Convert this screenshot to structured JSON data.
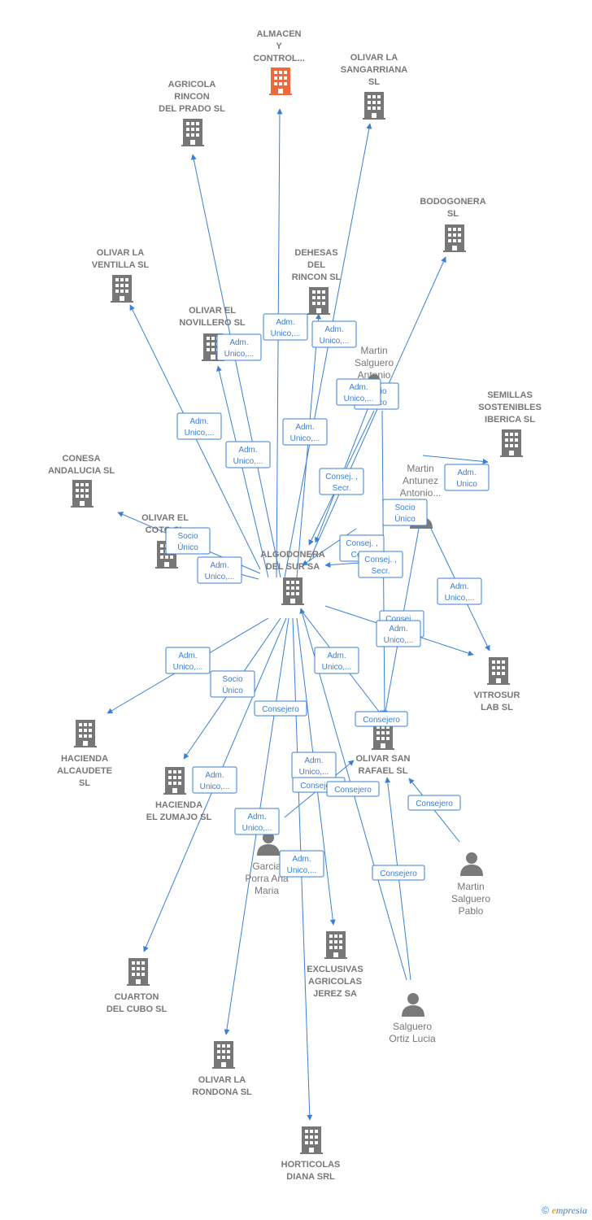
{
  "colors": {
    "edge": "#3a7fd4",
    "company": "#777777",
    "highlight": "#f0693a",
    "person": "#7a7a7a"
  },
  "nodes": [
    {
      "id": "almacen",
      "type": "company",
      "highlight": true,
      "label": [
        "ALMACEN",
        "Y",
        "CONTROL..."
      ]
    },
    {
      "id": "olivar_sangarriana",
      "type": "company",
      "label": [
        "OLIVAR LA",
        "SANGARRIANA",
        "SL"
      ]
    },
    {
      "id": "agricola_rincon",
      "type": "company",
      "label": [
        "AGRICOLA",
        "RINCON",
        "DEL PRADO SL"
      ]
    },
    {
      "id": "bodogonera",
      "type": "company",
      "label": [
        "BODOGONERA",
        "SL"
      ]
    },
    {
      "id": "olivar_ventilla",
      "type": "company",
      "label": [
        "OLIVAR LA",
        "VENTILLA  SL"
      ]
    },
    {
      "id": "dehesas_rincon",
      "type": "company",
      "label": [
        "DEHESAS",
        "DEL",
        "RINCON  SL"
      ]
    },
    {
      "id": "olivar_novillero",
      "type": "company",
      "label": [
        "OLIVAR EL",
        "NOVILLERO  SL"
      ]
    },
    {
      "id": "semillas",
      "type": "company",
      "label": [
        "SEMILLAS",
        "SOSTENIBLES",
        "IBERICA SL"
      ]
    },
    {
      "id": "conesa",
      "type": "company",
      "label": [
        "CONESA",
        "ANDALUCIA  SL"
      ]
    },
    {
      "id": "olivar_coto",
      "type": "company",
      "label": [
        "OLIVAR EL",
        "COTO  SL"
      ]
    },
    {
      "id": "algodonera",
      "type": "company",
      "label": [
        "ALGODONERA",
        "DEL SUR SA"
      ]
    },
    {
      "id": "vitrosur",
      "type": "company",
      "label": [
        "VITROSUR",
        "LAB SL"
      ]
    },
    {
      "id": "hacienda_alcaudete",
      "type": "company",
      "label": [
        "HACIENDA",
        "ALCAUDETE",
        "SL"
      ]
    },
    {
      "id": "hacienda_zumajo",
      "type": "company",
      "label": [
        "HACIENDA",
        "EL ZUMAJO  SL"
      ]
    },
    {
      "id": "olivar_san_rafael",
      "type": "company",
      "label": [
        "OLIVAR SAN",
        "RAFAEL  SL"
      ]
    },
    {
      "id": "exclusivas",
      "type": "company",
      "label": [
        "EXCLUSIVAS",
        "AGRICOLAS",
        "JEREZ SA"
      ]
    },
    {
      "id": "cuarton",
      "type": "company",
      "label": [
        "CUARTON",
        "DEL CUBO SL"
      ]
    },
    {
      "id": "olivar_rondona",
      "type": "company",
      "label": [
        "OLIVAR LA",
        "RONDONA  SL"
      ]
    },
    {
      "id": "horticolas",
      "type": "company",
      "label": [
        "HORTICOLAS",
        "DIANA SRL"
      ]
    },
    {
      "id": "martin_salguero_antonio",
      "type": "person",
      "label": [
        "Martin",
        "Salguero",
        "Antonio"
      ]
    },
    {
      "id": "martin_antunez_antonio",
      "type": "person",
      "label": [
        "Martin",
        "Antunez",
        "Antonio..."
      ]
    },
    {
      "id": "garcia_porra",
      "type": "person",
      "label": [
        "Garcia",
        "Porra Ana",
        "Maria"
      ]
    },
    {
      "id": "martin_salguero_pablo",
      "type": "person",
      "label": [
        "Martin",
        "Salguero",
        "Pablo"
      ]
    },
    {
      "id": "salguero_ortiz",
      "type": "person",
      "label": [
        "Salguero",
        "Ortiz Lucia"
      ]
    }
  ],
  "edge_labels": [
    [
      "Adm.",
      "Unico,..."
    ],
    [
      "Adm.",
      "Unico,..."
    ],
    [
      "Adm.",
      "Unico,..."
    ],
    [
      "Adm.",
      "Unico,..."
    ],
    [
      "Adm.",
      "Unico,..."
    ],
    [
      "Adm.",
      "Unico,..."
    ],
    [
      "Socio",
      "Único"
    ],
    [
      "Adm.",
      "Unico,..."
    ],
    [
      "Adm.",
      "Unico"
    ],
    [
      "Consej. ,",
      "Secr."
    ],
    [
      "Socio",
      "Único"
    ],
    [
      "Socio",
      "Único"
    ],
    [
      "Adm.",
      "Unico,..."
    ],
    [
      "Consej. ,",
      "Con..."
    ],
    [
      "Consej. ,",
      "Secr."
    ],
    [
      "Adm.",
      "Unico,..."
    ],
    [
      "Consej. ,",
      "Consej...."
    ],
    [
      "Adm.",
      "Unico,..."
    ],
    [
      "Socio",
      "Único"
    ],
    [
      "Adm.",
      "Unico,..."
    ],
    [
      "Consejero"
    ],
    [
      "Consejero"
    ],
    [
      "Adm.",
      "Unico,..."
    ],
    [
      "Adm.",
      "Unico,..."
    ],
    [
      "Consejero"
    ],
    [
      "Consejero"
    ],
    [
      "Consejero"
    ],
    [
      "Adm.",
      "Unico,..."
    ],
    [
      "Adm.",
      "Unico,..."
    ],
    [
      "Consejero"
    ],
    [
      "Adm.",
      "Unico,..."
    ]
  ],
  "footer": {
    "copyright": "©",
    "brand_initial": "e",
    "brand_rest": "mpresia"
  }
}
